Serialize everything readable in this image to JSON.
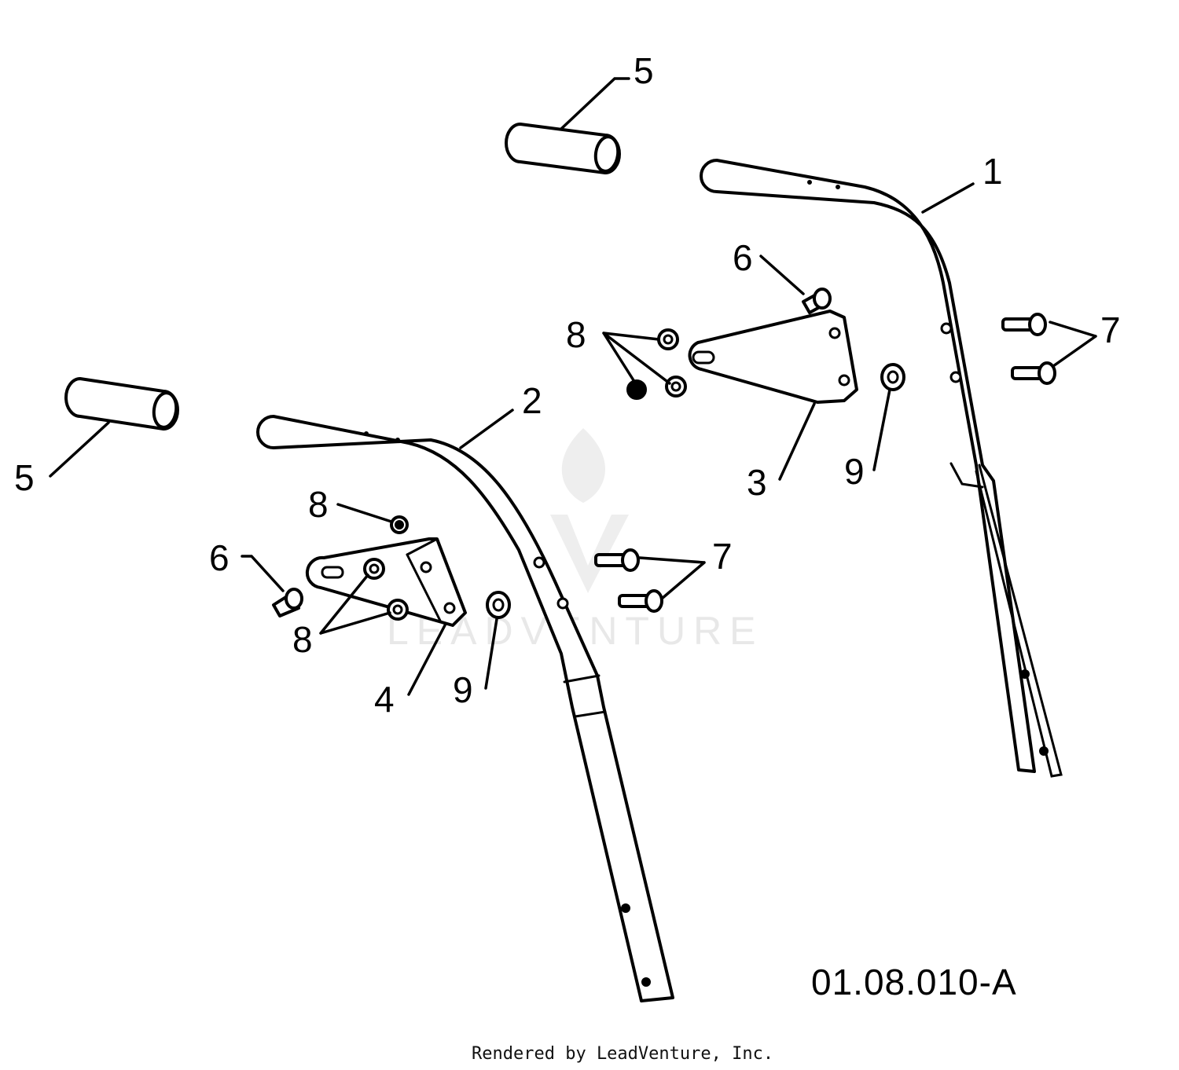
{
  "callouts": {
    "c1": "1",
    "c2": "2",
    "c3": "3",
    "c4": "4",
    "c5_top": "5",
    "c5_left": "5",
    "c6_top": "6",
    "c6_left": "6",
    "c7_right": "7",
    "c7_mid": "7",
    "c8_top": "8",
    "c8_left_a": "8",
    "c8_left_b": "8",
    "c9_right": "9",
    "c9_left": "9"
  },
  "drawing_id": "01.08.010-A",
  "watermark": {
    "text": "LEADVENTURE",
    "color": "#e8e8e8"
  },
  "footer": "Rendered by LeadVenture, Inc."
}
